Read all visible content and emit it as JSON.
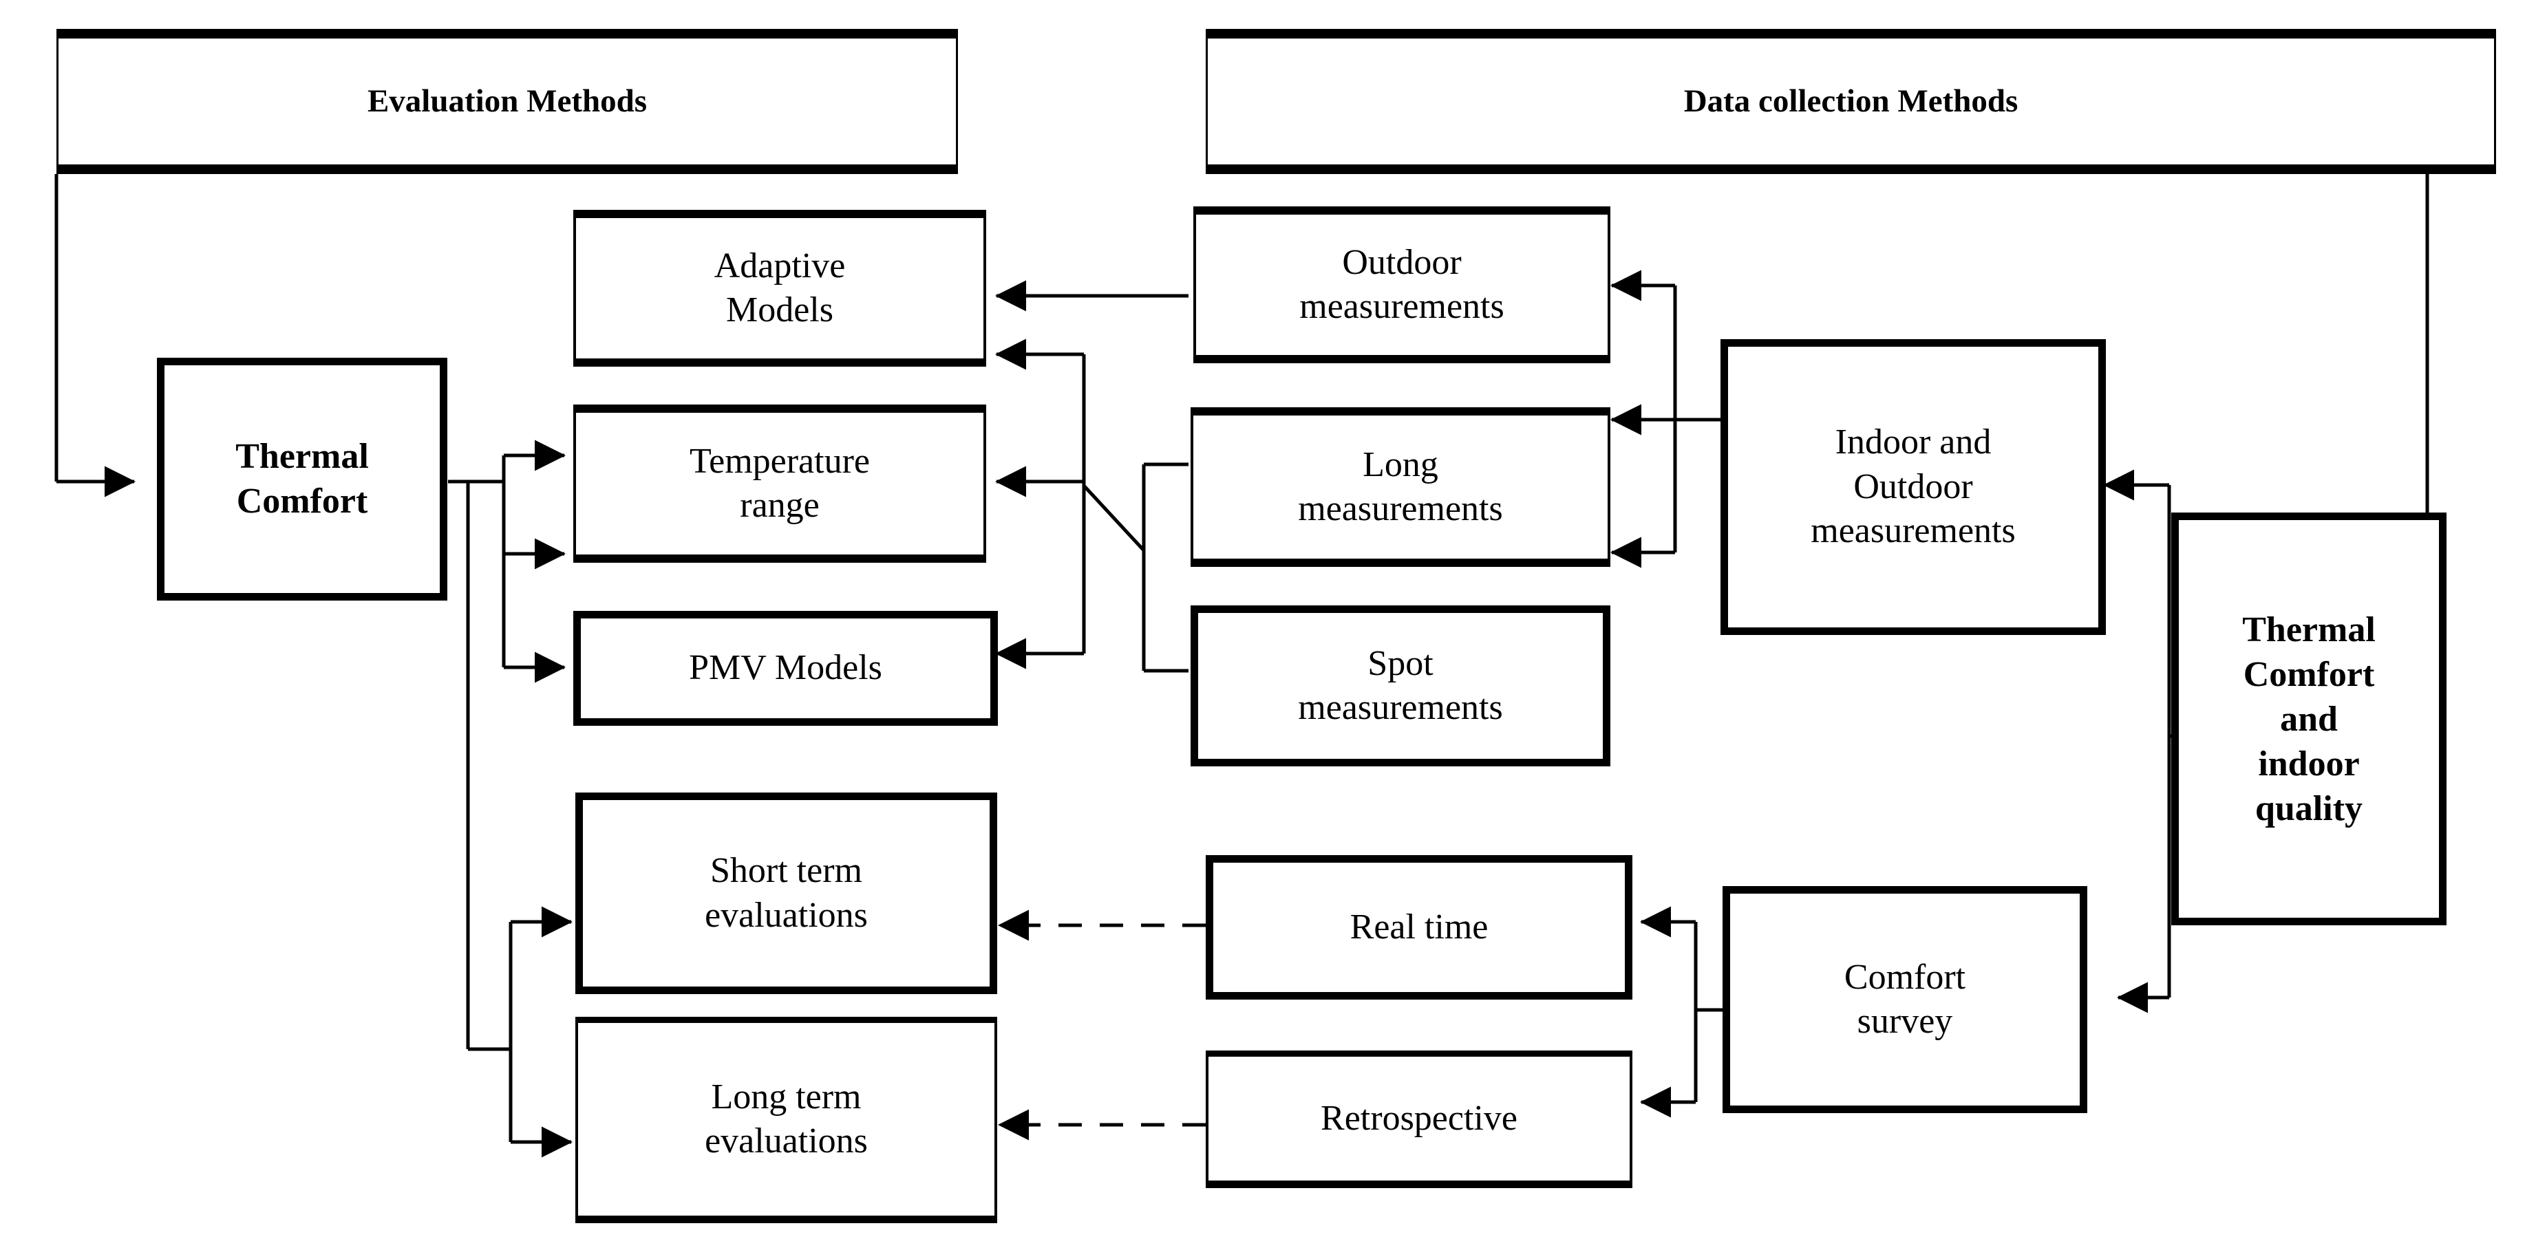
{
  "diagram": {
    "title_bars": [
      {
        "id": "evaluation-methods",
        "label": "Evaluation Methods"
      },
      {
        "id": "data-collection-methods",
        "label": "Data collection Methods"
      }
    ],
    "nodes": [
      {
        "id": "thermal-comfort",
        "label": "Thermal\nComfort"
      },
      {
        "id": "adaptive-models",
        "label": "Adaptive\nModels"
      },
      {
        "id": "temperature-range",
        "label": "Temperature\nrange"
      },
      {
        "id": "pmv-models",
        "label": "PMV Models"
      },
      {
        "id": "short-term-evaluations",
        "label": "Short term\nevaluations"
      },
      {
        "id": "long-term-evaluations",
        "label": "Long term\nevaluations"
      },
      {
        "id": "outdoor-measurements",
        "label": "Outdoor\nmeasurements"
      },
      {
        "id": "long-measurements",
        "label": "Long\nmeasurements"
      },
      {
        "id": "spot-measurements",
        "label": "Spot\nmeasurements"
      },
      {
        "id": "real-time",
        "label": "Real time"
      },
      {
        "id": "retrospective",
        "label": "Retrospective"
      },
      {
        "id": "indoor-outdoor-measurements",
        "label": "Indoor and\nOutdoor\nmeasurements"
      },
      {
        "id": "comfort-survey",
        "label": "Comfort\nsurvey"
      },
      {
        "id": "thermal-comfort-indoor-quality",
        "label": "Thermal\nComfort\nand\nindoor\nquality"
      }
    ],
    "edges": [
      {
        "from": "evaluation-methods",
        "to": "thermal-comfort",
        "style": "solid"
      },
      {
        "from": "thermal-comfort",
        "to": "adaptive-models",
        "style": "solid"
      },
      {
        "from": "thermal-comfort",
        "to": "temperature-range",
        "style": "solid"
      },
      {
        "from": "thermal-comfort",
        "to": "pmv-models",
        "style": "solid"
      },
      {
        "from": "thermal-comfort",
        "to": "short-term-evaluations",
        "style": "solid"
      },
      {
        "from": "thermal-comfort",
        "to": "long-term-evaluations",
        "style": "solid"
      },
      {
        "from": "outdoor-measurements",
        "to": "adaptive-models",
        "style": "solid"
      },
      {
        "from": "long-measurements",
        "to": "adaptive-models",
        "style": "solid"
      },
      {
        "from": "long-measurements",
        "to": "temperature-range",
        "style": "solid"
      },
      {
        "from": "spot-measurements",
        "to": "pmv-models",
        "style": "solid"
      },
      {
        "from": "indoor-outdoor-measurements",
        "to": "outdoor-measurements",
        "style": "solid"
      },
      {
        "from": "indoor-outdoor-measurements",
        "to": "long-measurements",
        "style": "solid"
      },
      {
        "from": "indoor-outdoor-measurements",
        "to": "spot-measurements",
        "style": "solid"
      },
      {
        "from": "comfort-survey",
        "to": "real-time",
        "style": "solid"
      },
      {
        "from": "comfort-survey",
        "to": "retrospective",
        "style": "solid"
      },
      {
        "from": "real-time",
        "to": "short-term-evaluations",
        "style": "dashed"
      },
      {
        "from": "retrospective",
        "to": "long-term-evaluations",
        "style": "dashed"
      },
      {
        "from": "thermal-comfort-indoor-quality",
        "to": "indoor-outdoor-measurements",
        "style": "solid"
      },
      {
        "from": "thermal-comfort-indoor-quality",
        "to": "comfort-survey",
        "style": "solid"
      },
      {
        "from": "data-collection-methods",
        "to": "thermal-comfort-indoor-quality",
        "style": "solid"
      }
    ],
    "colors": {
      "stroke": "#000000",
      "background": "#ffffff",
      "text": "#000000"
    }
  }
}
